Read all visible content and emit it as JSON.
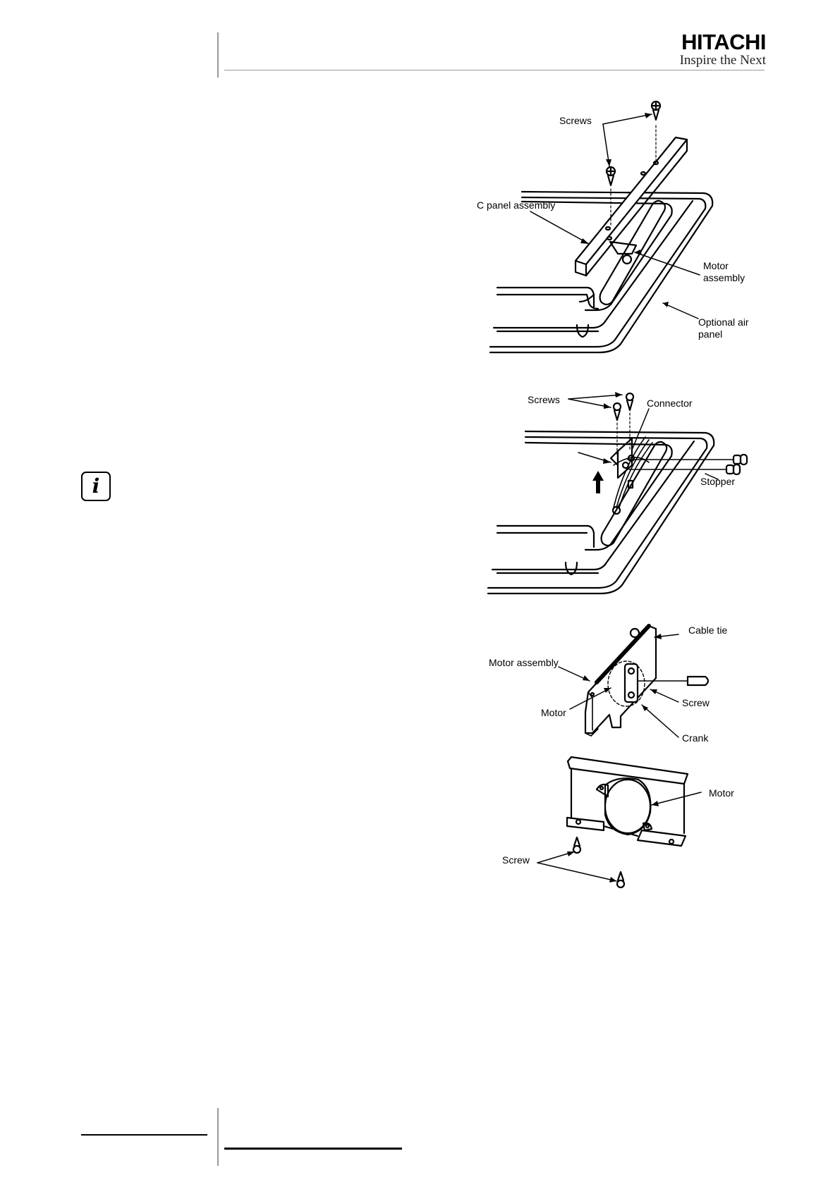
{
  "header": {
    "brand_name": "HITACHI",
    "brand_tagline": "Inspire the Next"
  },
  "figures": {
    "fig1": {
      "screws": "Screws",
      "c_panel": "C panel assembly",
      "motor_line1": "Motor",
      "motor_line2": "assembly",
      "air_panel_line1": "Optional air",
      "air_panel_line2": "panel"
    },
    "fig2": {
      "screws": "Screws",
      "connector": "Connector",
      "stopper": "Stopper"
    },
    "fig3": {
      "cable_tie": "Cable tie",
      "motor_assembly": "Motor assembly",
      "motor": "Motor",
      "screw": "Screw",
      "crank": "Crank"
    },
    "fig4": {
      "motor": "Motor",
      "screw": "Screw"
    }
  },
  "icons": {
    "info": "information-icon",
    "info_glyph": "i"
  },
  "colors": {
    "rule_gray": "#9a9a9a",
    "ink": "#000000"
  }
}
